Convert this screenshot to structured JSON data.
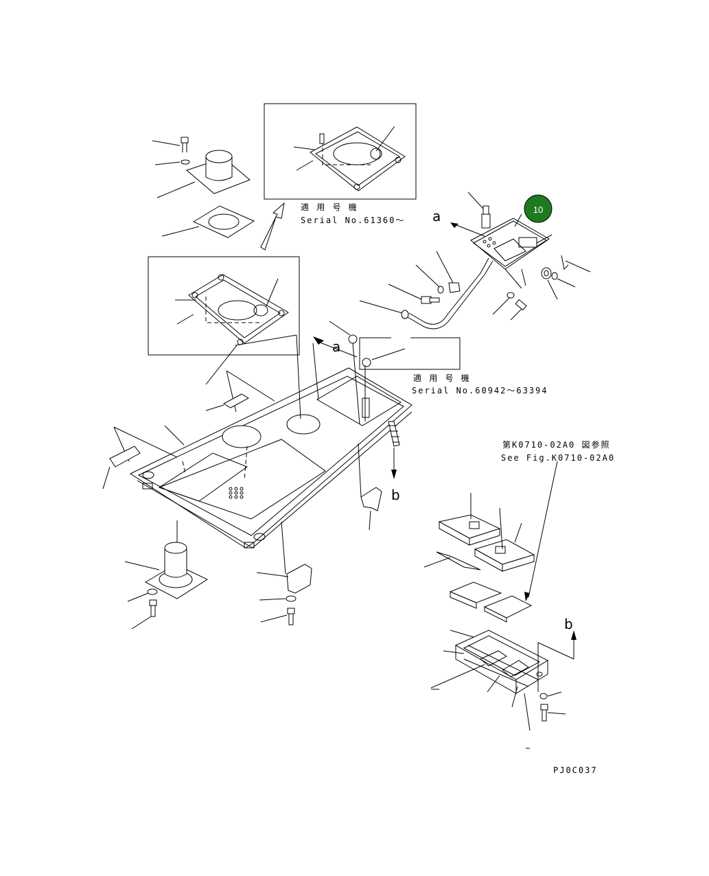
{
  "diagram": {
    "drawing_code": "PJ0C037",
    "callout_badge": {
      "label": "10",
      "color": "#1f7a1f",
      "text_color": "#ffffff"
    },
    "view_labels": {
      "a_upper": "a",
      "a_lower": "a",
      "b_left": "b",
      "b_right": "b"
    },
    "notes": {
      "serial_upper_jp": "適 用 号 機",
      "serial_upper": "Serial No.61360～",
      "serial_lower_jp": "適 用 号 機",
      "serial_lower": "Serial No.60942～63394",
      "figref_jp": "第K0710-02A0 図参照",
      "figref_en": "See Fig.K0710-02A0"
    }
  }
}
